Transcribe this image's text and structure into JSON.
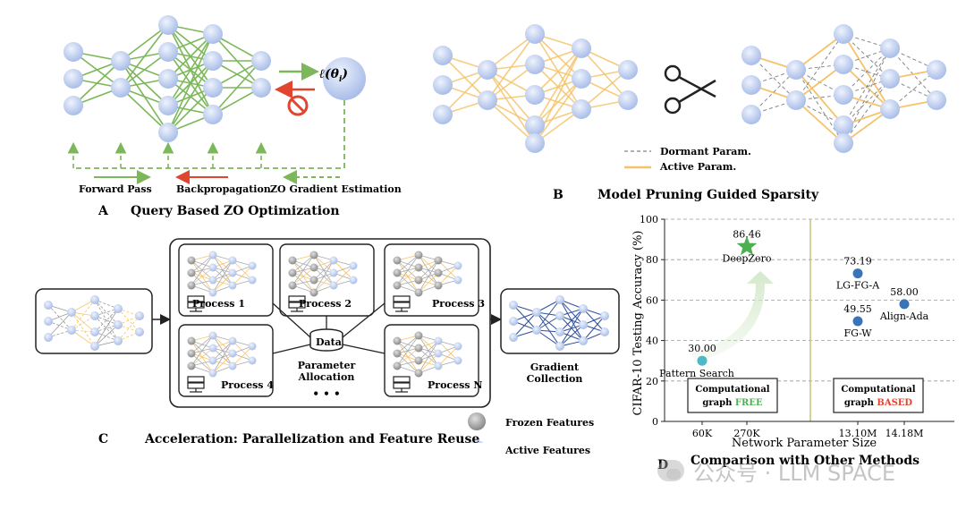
{
  "panel_a": {
    "label": "A",
    "title": "Query Based ZO Optimization",
    "loss_symbol": "ℓ(θ",
    "loss_sub": "i",
    "loss_close": ")",
    "legend": [
      "Forward Pass",
      "Backpropagation",
      "ZO Gradient Estimation"
    ]
  },
  "panel_b": {
    "label": "B",
    "title": "Model Pruning Guided Sparsity",
    "legend_dormant": "Dormant Param.",
    "legend_active": "Active Param."
  },
  "panel_c": {
    "label": "C",
    "title": "Acceleration: Parallelization and Feature Reuse",
    "processes": [
      "Process 1",
      "Process 2",
      "Process 3",
      "Process 4",
      "Process N"
    ],
    "data_label": "Data",
    "param_alloc_1": "Parameter",
    "param_alloc_2": "Allocation",
    "ellipsis": "• • •",
    "gradient_1": "Gradient",
    "gradient_2": "Collection",
    "frozen": "Frozen Features",
    "active": "Active Features"
  },
  "panel_d": {
    "label": "D",
    "title": "Comparison with Other Methods",
    "box_free_1": "Computational",
    "box_free_2": "graph ",
    "box_free_3": "FREE",
    "box_based_1": "Computational",
    "box_based_2": "graph ",
    "box_based_3": "BASED"
  },
  "chart_data": {
    "type": "scatter",
    "xlabel": "Network Parameter Size",
    "ylabel": "CIFAR-10 Testing Accuracy (%)",
    "ylim": [
      0,
      100
    ],
    "yticks": [
      0,
      20,
      40,
      60,
      80,
      100
    ],
    "categories": [
      "60K",
      "270K",
      "13.10M",
      "14.18M"
    ],
    "grid": "horizontal dashed",
    "points": [
      {
        "name": "Pattern Search",
        "x": "60K",
        "y": 30.0,
        "label": "30.00",
        "marker": "circle",
        "color": "#4db8c8"
      },
      {
        "name": "DeepZero",
        "x": "270K",
        "y": 86.46,
        "label": "86.46",
        "marker": "star",
        "color": "#4caf50"
      },
      {
        "name": "LG-FG-A",
        "x": "13.10M",
        "y": 73.19,
        "label": "73.19",
        "marker": "circle",
        "color": "#3a74b8"
      },
      {
        "name": "FG-W",
        "x": "13.10M",
        "y": 49.55,
        "label": "49.55",
        "marker": "circle",
        "color": "#3a74b8"
      },
      {
        "name": "Align-Ada",
        "x": "14.18M",
        "y": 58.0,
        "label": "58.00",
        "marker": "circle",
        "color": "#3a74b8"
      }
    ]
  },
  "colors": {
    "green": "#7cb85a",
    "red": "#e0452f",
    "node": "#b7c9ee",
    "orange": "#f5c36b",
    "frozen": "#9a9a9a",
    "blue_arrow": "#2f4f9a"
  },
  "watermark": "公众号 · LLM SPACE"
}
